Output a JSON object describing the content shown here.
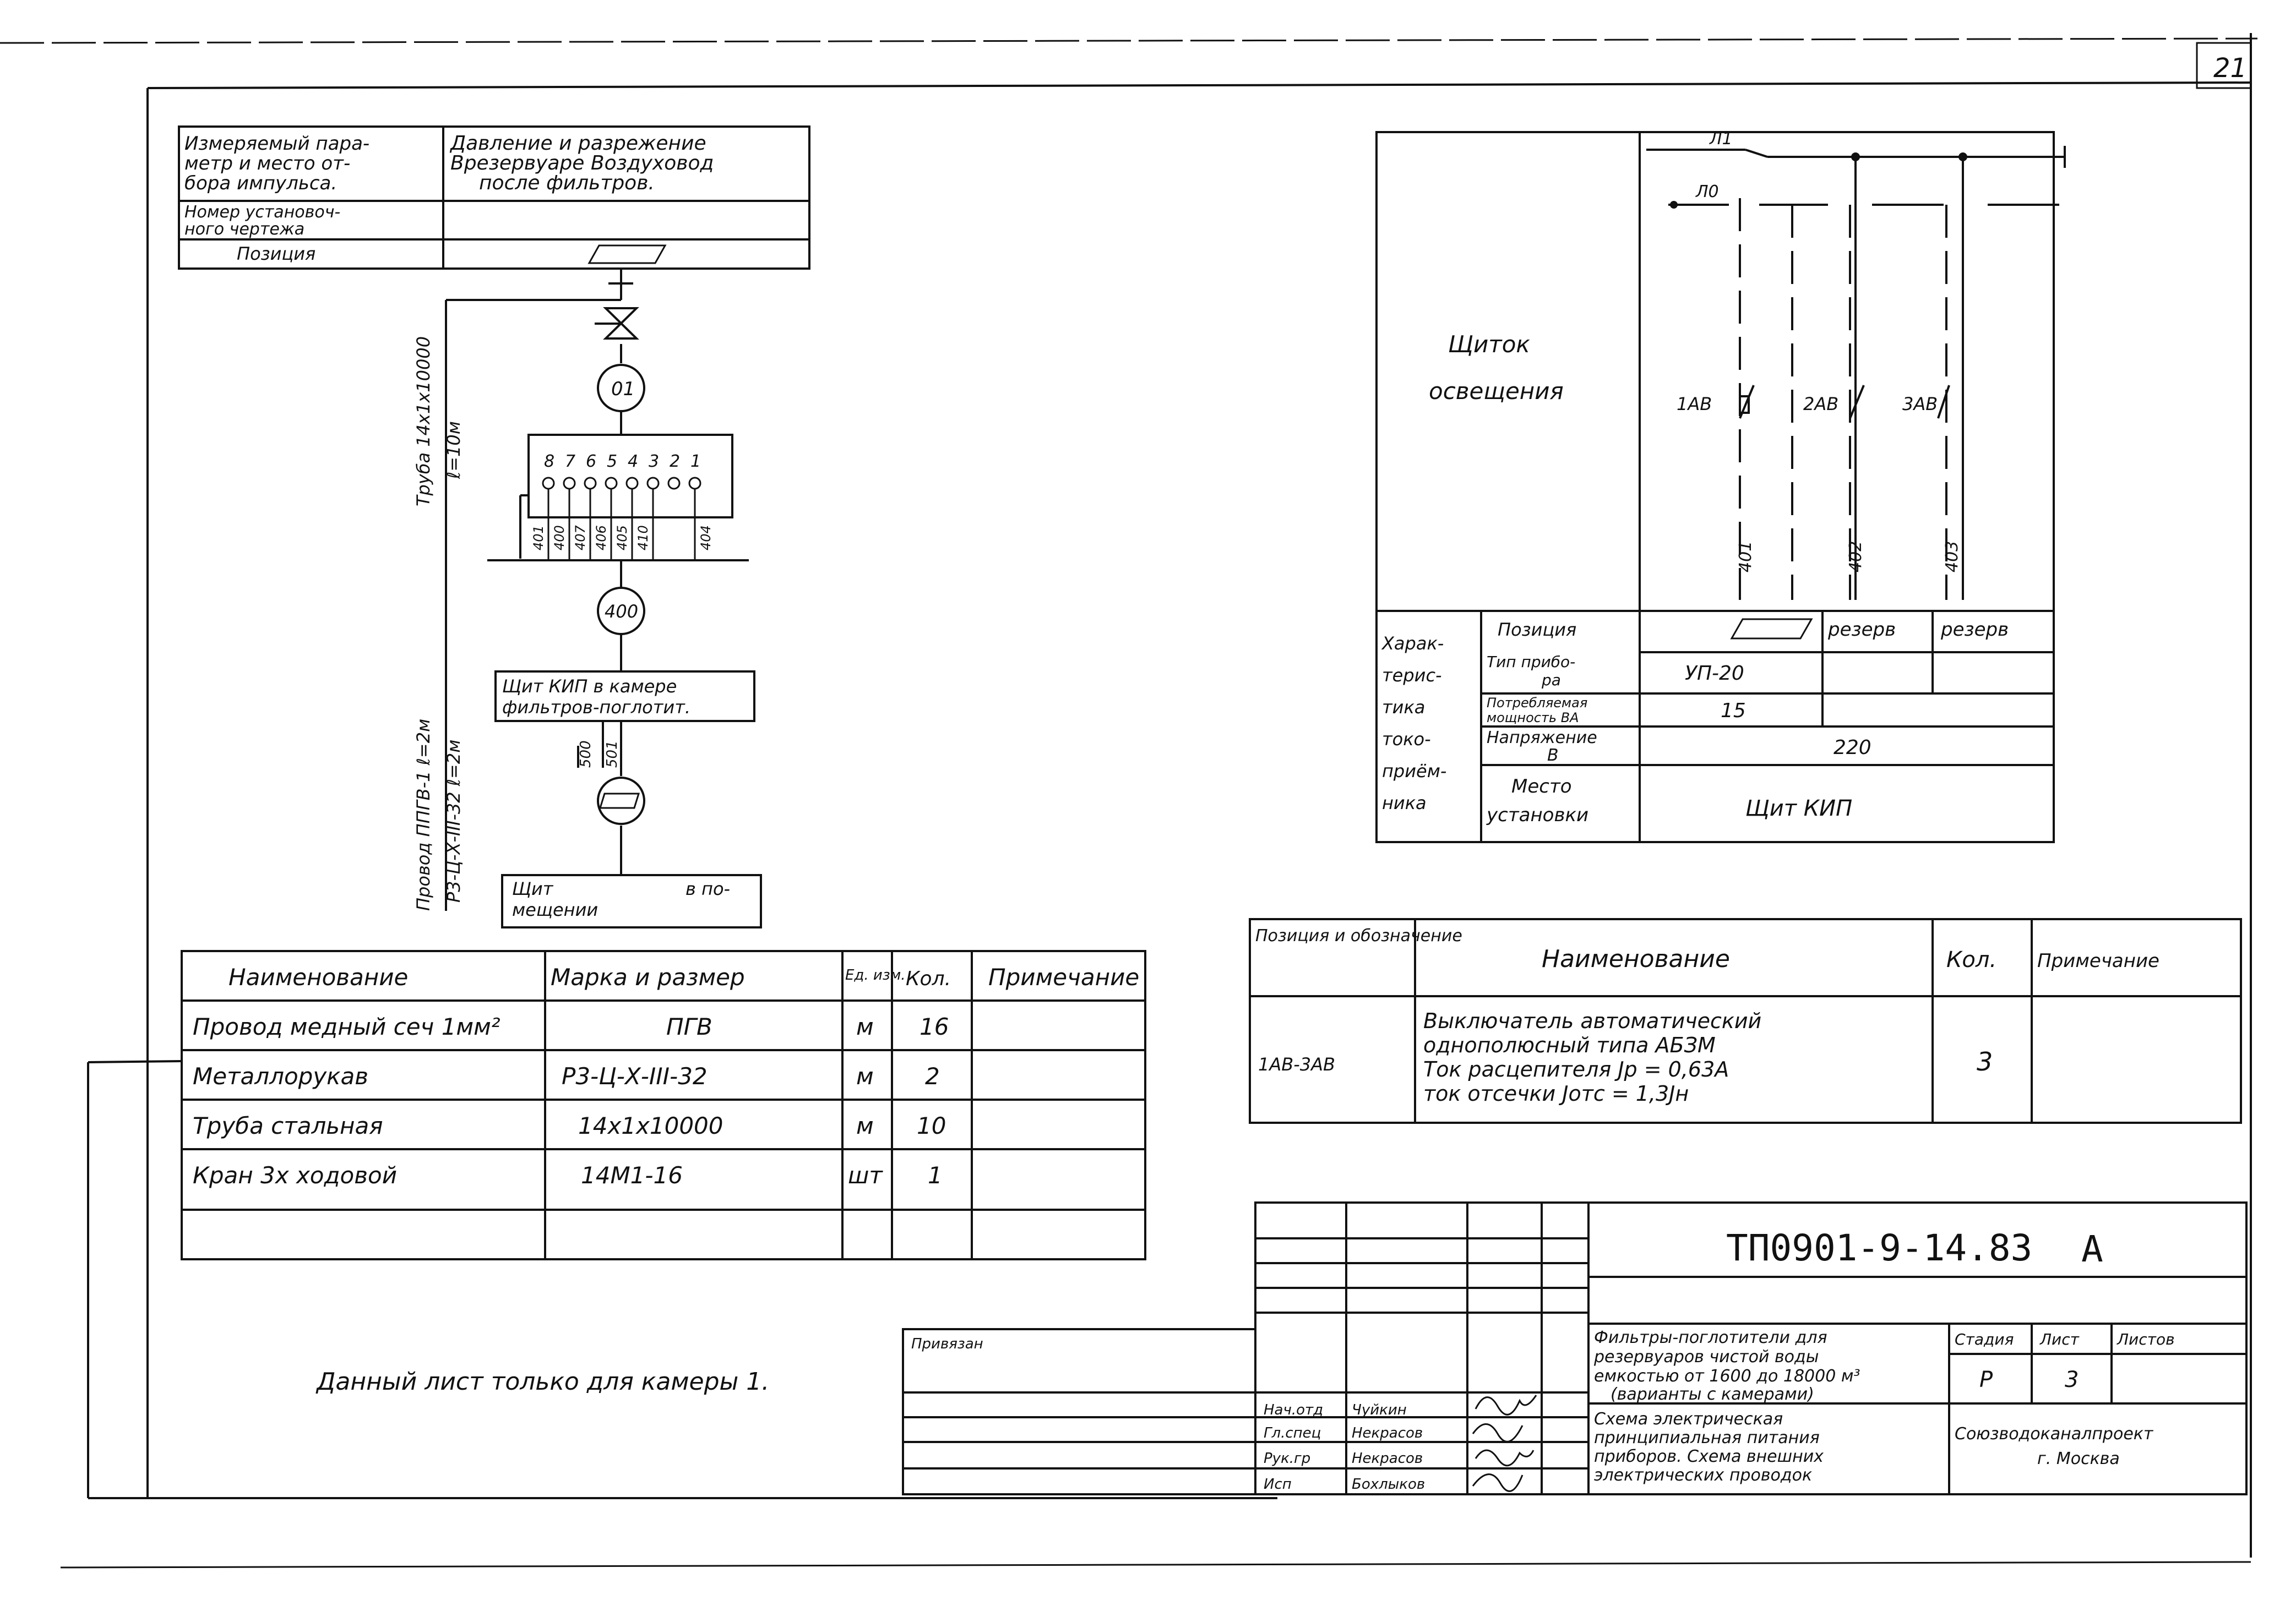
{
  "sheet_number": "21",
  "instrument_table": {
    "rows": [
      {
        "label": [
          "Измеряемый пара-",
          "метр и место от-",
          "бора импульса."
        ],
        "value": [
          "Давление и разрежение",
          "Врезервуаре Воздуховод",
          "после фильтров."
        ]
      },
      {
        "label": [
          "Номер установоч-",
          "ного чертежа"
        ],
        "value": [
          ""
        ]
      },
      {
        "label": [
          "Позиция"
        ],
        "value": [
          ""
        ]
      }
    ]
  },
  "pipe_label": [
    "Труба 14х1х10000",
    "ℓ=10м"
  ],
  "wire_label": [
    "Провод ППГВ-1 ℓ=2м",
    "Р3-Ц-Х-III-32 ℓ=2м"
  ],
  "device_01": "01",
  "device_400": "400",
  "terminal_numbers": [
    "8",
    "7",
    "6",
    "5",
    "4",
    "3",
    "2",
    "1"
  ],
  "terminal_wires": [
    "401",
    "400",
    "407",
    "406",
    "405",
    "410",
    "404"
  ],
  "panel_box": [
    "Щит КИП в камере",
    "фильтров-поглотит."
  ],
  "cable_500": [
    "500",
    "501"
  ],
  "room_box": [
    "Щит",
    "в по-",
    "мещении"
  ],
  "materials": {
    "headers": [
      "Наименование",
      "Марка и размер",
      "Ед. изм.",
      "Кол.",
      "Примечание"
    ],
    "rows": [
      [
        "Провод медный сеч 1мм²",
        "ПГВ",
        "м",
        "16",
        ""
      ],
      [
        "Металлорукав",
        "Р3-Ц-Х-III-32",
        "м",
        "2",
        ""
      ],
      [
        "Труба стальная",
        "14х1х10000",
        "м",
        "10",
        ""
      ],
      [
        "Кран 3х ходовой",
        "14М1-16",
        "шт",
        "1",
        ""
      ],
      [
        "",
        "",
        "",
        "",
        ""
      ]
    ]
  },
  "note": "Данный лист только для камеры 1.",
  "lighting": {
    "title": [
      "Щиток",
      "освещения"
    ],
    "l1": "Л1",
    "n": "Л0",
    "breakers": [
      "1АВ",
      "2АВ",
      "3АВ"
    ],
    "circuits": [
      "401",
      "402",
      "403"
    ]
  },
  "consumer": {
    "group_label": [
      "Харак-",
      "терис-",
      "тика",
      "токо-",
      "приём-",
      "ника"
    ],
    "rows": [
      {
        "label": [
          "Позиция"
        ],
        "values": [
          "",
          "резерв",
          "резерв"
        ]
      },
      {
        "label": [
          "Тип прибо-",
          "ра"
        ],
        "values": [
          "УП-20",
          "",
          ""
        ]
      },
      {
        "label": [
          "Потребляемая",
          "мощность ВА"
        ],
        "values": [
          "15",
          "",
          ""
        ]
      },
      {
        "label": [
          "Напряжение",
          "В"
        ],
        "values": [
          "220"
        ]
      },
      {
        "label": [
          "Место",
          "установки"
        ],
        "values": [
          "Щит КИП"
        ]
      }
    ]
  },
  "spec": {
    "headers": [
      "Позиция и обозначение",
      "Наименование",
      "Кол.",
      "Примечание"
    ],
    "row": {
      "position": "1АВ-3АВ",
      "name": [
        "Выключатель автоматический",
        "однополюсный типа АБЗМ",
        "Ток расцепителя Jр = 0,63А",
        "ток отсечки Jотс = 1,3Jн"
      ],
      "qty": "3",
      "note": ""
    }
  },
  "title_block": {
    "code": "ТП0901-9-14.83",
    "suffix": "А",
    "privyazan": "Привязан",
    "roles": [
      "Нач.отд",
      "Гл.спец",
      "Рук.гр",
      "Исп"
    ],
    "names": [
      "Чуйкин",
      "Некрасов",
      "Некрасов",
      "Бохлыков"
    ],
    "project_title": [
      "Фильтры-поглотители для",
      "резервуаров чистой воды",
      "емкостью от 1600 до 18000 м³",
      "(варианты с камерами)"
    ],
    "sheet_title": [
      "Схема электрическая",
      "принципиальная питания",
      "приборов. Схема внешних",
      "электрических проводок"
    ],
    "stage_label": "Стадия",
    "sheet_label": "Лист",
    "sheets_label": "Листов",
    "stage": "Р",
    "sheet": "3",
    "sheets": "",
    "org": [
      "Союзводоканалпроект",
      "г. Москва"
    ]
  }
}
